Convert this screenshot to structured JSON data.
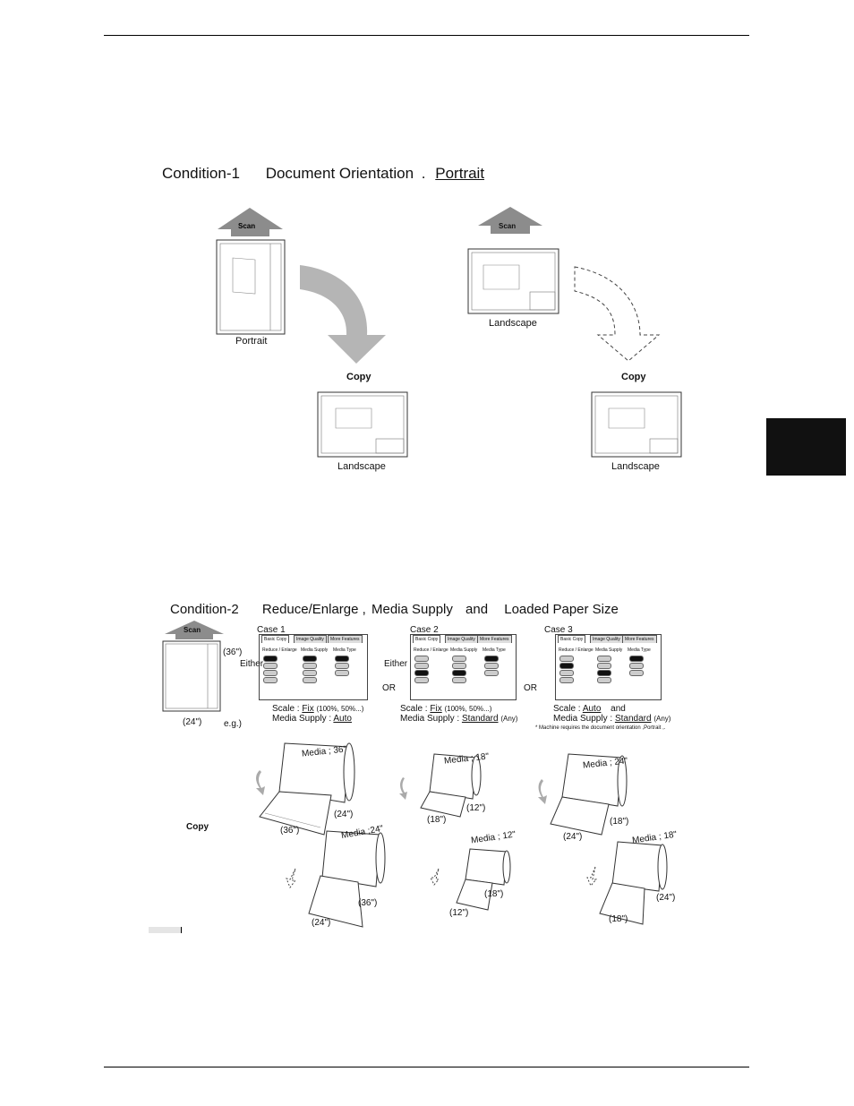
{
  "condition1": {
    "heading": "Condition-1",
    "label": "Document Orientation",
    "separator": ".",
    "value": "Portrait",
    "left": {
      "scan": "Scan",
      "original": "Portrait",
      "copy": "Copy",
      "result": "Landscape"
    },
    "right": {
      "scan": "Scan",
      "original": "Landscape",
      "copy": "Copy",
      "result": "Landscape"
    }
  },
  "condition2": {
    "heading": "Condition-2",
    "items": [
      "Reduce/Enlarge",
      ",",
      "Media Supply",
      "and",
      "Loaded Paper Size"
    ],
    "scan": "Scan",
    "dim_side": "(36\")",
    "dim_bottom": "(24\")",
    "eg": "e.g.)",
    "copy": "Copy",
    "either": "Either",
    "or": "OR",
    "cases": [
      {
        "title": "Case 1",
        "scale_label": "Scale :",
        "scale_value": "Fix",
        "scale_note": "(100%, 50%...)",
        "media_label": "Media Supply :",
        "media_value": "Auto",
        "media_note": ""
      },
      {
        "title": "Case 2",
        "scale_label": "Scale :",
        "scale_value": "Fix",
        "scale_note": "(100%, 50%...)",
        "media_label": "Media Supply :",
        "media_value": "Standard",
        "media_note": "(Any)"
      },
      {
        "title": "Case 3",
        "scale_label": "Scale :",
        "scale_value": "Auto",
        "scale_note": "and",
        "media_label": "Media Supply :",
        "media_value": "Standard",
        "media_note": "(Any)"
      }
    ],
    "footnote": "* Machine requires the document orientation ,Portrait ,.",
    "panel": {
      "tab1": "Basic Copy",
      "tab2": "Image Quality",
      "tab3": "More Features",
      "col1": "Reduce / Enlarge",
      "col2": "Media Supply",
      "col3": "Media Type"
    },
    "rolls": [
      {
        "top_media": "Media ; 36\"",
        "top_w": "(36\")",
        "top_h": "(24\")",
        "bot_media": "Media ;24\"",
        "bot_w": "(24\")",
        "bot_h": "(36\")"
      },
      {
        "top_media": "Media ; 18\"",
        "top_w": "(18\")",
        "top_h": "(12\")",
        "bot_media": "Media ; 12\"",
        "bot_w": "(12\")",
        "bot_h": "(18\")"
      },
      {
        "top_media": "Media ; 24\"",
        "top_w": "(24\")",
        "top_h": "(18\")",
        "bot_media": "Media ; 18\"",
        "bot_w": "(18\")",
        "bot_h": "(24\")"
      }
    ]
  }
}
